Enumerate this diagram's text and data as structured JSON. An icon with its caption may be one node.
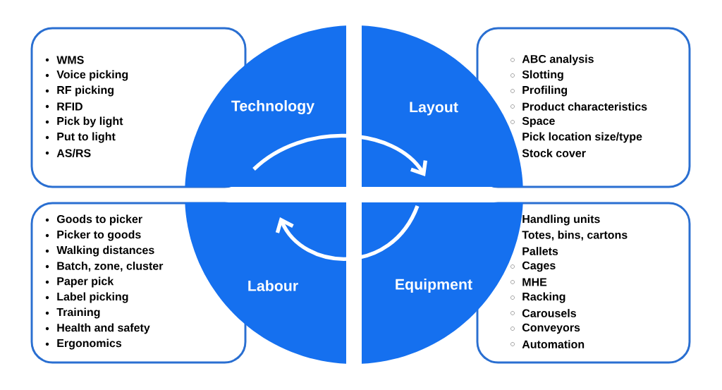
{
  "diagram": {
    "nodes": [
      {
        "text": [
          "WMS",
          "Voice picking",
          "RF picking",
          "RFID",
          "Pick by light",
          "Put to light",
          "AS/RS"
        ]
      },
      {
        "text": [
          "Technology"
        ]
      },
      {
        "text": [
          "Layout"
        ]
      },
      {
        "text": [
          "ABC analysis",
          "Slotting",
          "Profiling",
          "Product characteristics",
          "Space",
          "Pick location size/type",
          "Stock cover"
        ]
      },
      {
        "text": [
          "Goods to picker",
          "Picker to goods",
          "Walking distances",
          "Batch, zone, cluster",
          "Paper pick",
          "Label picking",
          "Training",
          "Health and safety",
          "Ergonomics"
        ]
      },
      {
        "text": [
          "Labour"
        ]
      },
      {
        "text": [
          "Equipment"
        ]
      },
      {
        "text": [
          "Handling units",
          "Totes, bins, cartons",
          "Pallets",
          "Cages",
          "MHE",
          "Racking",
          "Carousels",
          "Conveyors",
          "Automation"
        ]
      }
    ],
    "edges": [
      {
        "from": 1,
        "to": 2,
        "arrow": "to"
      },
      {
        "from": 6,
        "to": 5,
        "arrow": "to"
      }
    ]
  }
}
